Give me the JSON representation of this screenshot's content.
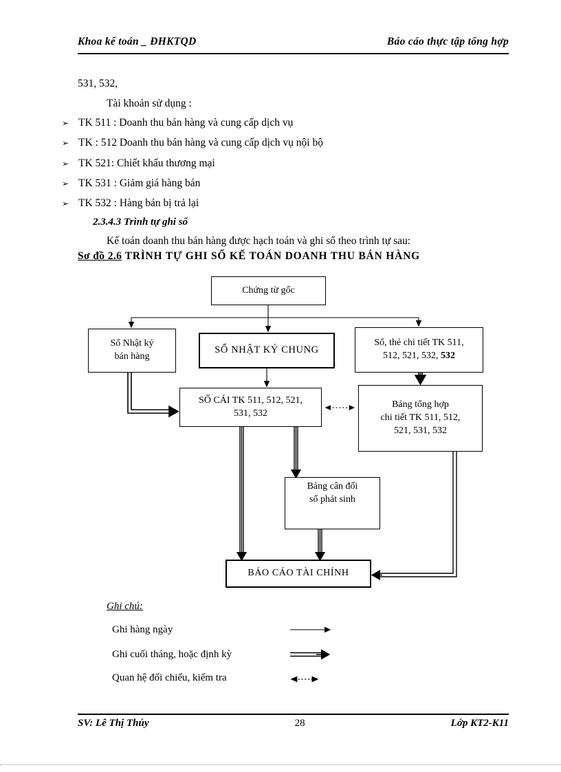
{
  "header": {
    "left": "Khoa kế toán _ ĐHKTQD",
    "right": "Báo cáo thực tập tổng hợp"
  },
  "body": {
    "line_accounts": "531, 532,",
    "line_intro": "Tài khoản sử dụng :",
    "bullets": [
      "TK  511 : Doanh thu bán hàng và cung cấp dịch vụ",
      "TK  : 512 Doanh thu bán hàng và cung cấp dịch vụ nội bộ",
      "TK  521: Chiết khấu thương mại",
      "TK  531 : Giảm giá hàng bán",
      "TK  532 :  Hàng  bán bị trả lại"
    ],
    "bullet_marker": "➢",
    "subheading": "2.3.4.3 Trình tự ghi sổ",
    "paragraph": "Kế toán doanh thu bán hàng được hạch toán và ghi sổ theo trình tự sau:"
  },
  "diagram": {
    "label": "Sơ đồ 2.6",
    "title": "TRÌNH  TỰ  GHI SỔ KẾ  TOÁN  DOANH  THU  BÁN HÀNG",
    "boxes": {
      "chung_tu_goc": "Chứng từ gốc",
      "so_nhat_ky_ban_hang": "Sổ Nhật ký\nbán hàng",
      "so_nhat_ky_chung": "SỔ NHẬT KÝ CHUNG",
      "so_the_chi_tiet_line1": "Sổ, thẻ chi tiết TK  511,",
      "so_the_chi_tiet_line2": "512, 521, 532,",
      "so_the_chi_tiet_bold": "532",
      "so_cai": "SỔ CÁI  TK 511, 512, 521,\n531, 532",
      "bang_tong_hop": "Bảng tổng hợp\nchi tiết TK  511, 512,\n521, 531, 532",
      "bang_can_doi": "Bảng cân đối\nsố phát sinh",
      "bao_cao_tai_chinh": "BÁO CÁO TÀI CHÍNH"
    }
  },
  "legend": {
    "title": "Ghi chú:",
    "items": [
      {
        "label": "Ghi hàng ngày",
        "arrow": "single-thin-arrow"
      },
      {
        "label": "Ghi cuối tháng, hoặc định kỳ",
        "arrow": "double-thick-arrow"
      },
      {
        "label": "Quan hệ đối chiếu, kiểm tra",
        "arrow": "dotted-double-headed-arrow"
      }
    ]
  },
  "footer": {
    "student": "SV: Lê Thị Thúy",
    "page": "28",
    "class": "Lớp KT2-K11"
  }
}
